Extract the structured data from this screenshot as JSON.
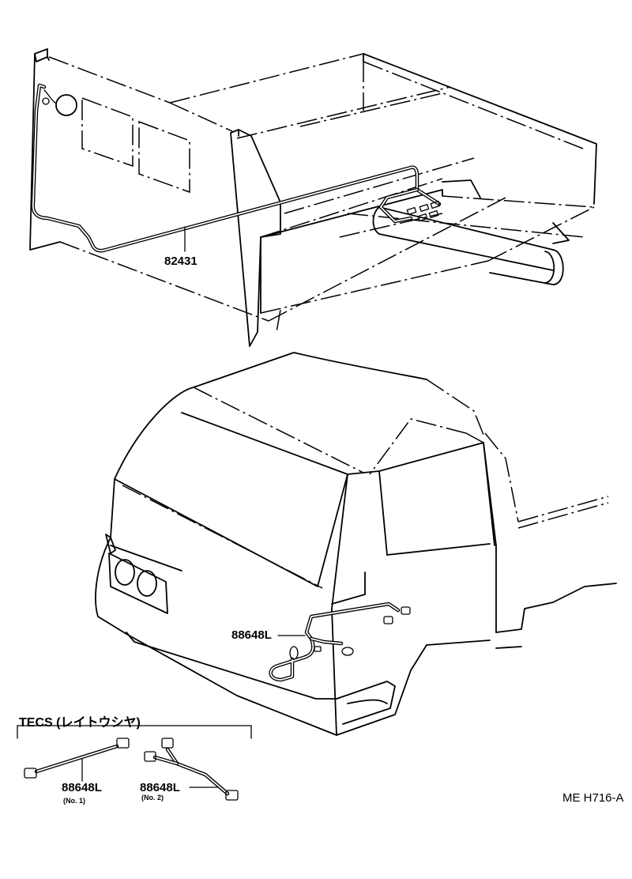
{
  "parts": {
    "bed_harness": "82431",
    "cab_harness": "88648L",
    "tecs_no1": "88648L",
    "tecs_no1_note": "(No. 1)",
    "tecs_no2": "88648L",
    "tecs_no2_note": "(No. 2)"
  },
  "tecs_title": "TECS (レイトウシヤ)",
  "diagram_code": "ME H716-A"
}
